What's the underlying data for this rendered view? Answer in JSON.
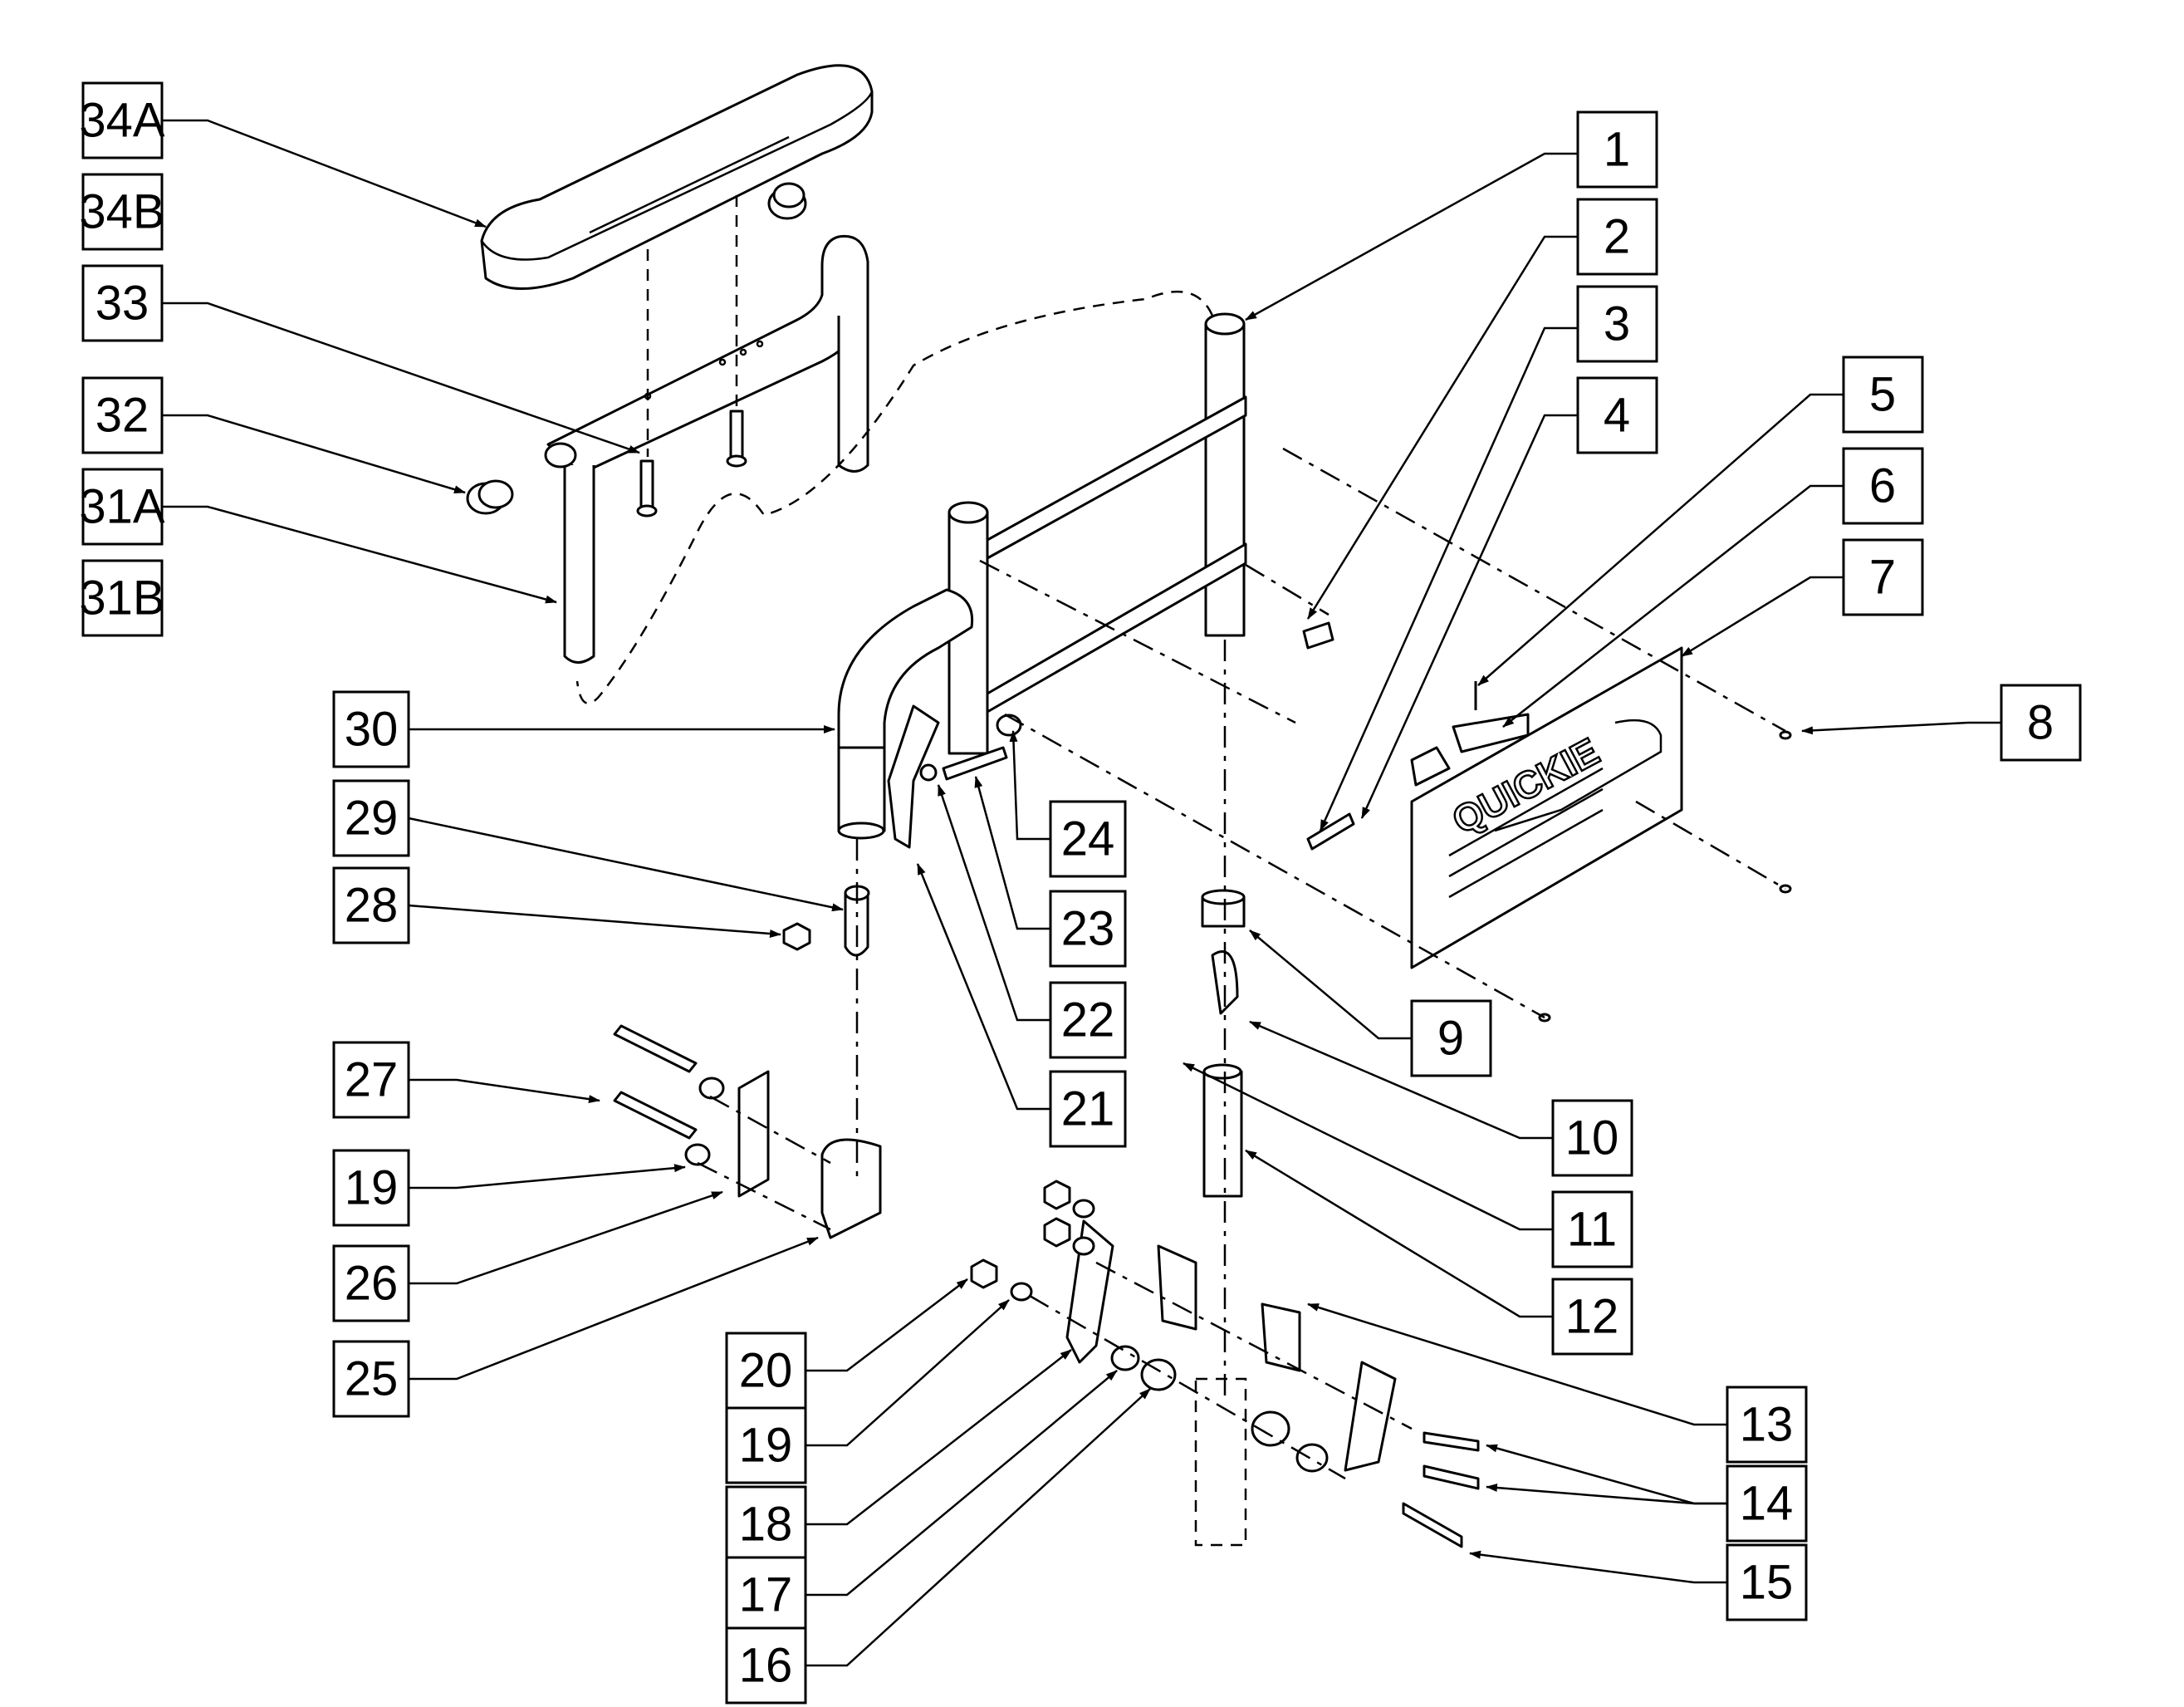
{
  "diagram": {
    "type": "exploded-parts-view",
    "brand_logo_text": "QUICKIE",
    "part_labels": [
      "34A",
      "34B",
      "33",
      "32",
      "31A",
      "31B",
      "30",
      "29",
      "28",
      "27",
      "19",
      "26",
      "25",
      "20",
      "19",
      "18",
      "17",
      "16",
      "1",
      "2",
      "3",
      "4",
      "5",
      "6",
      "7",
      "8",
      "9",
      "10",
      "11",
      "12",
      "13",
      "14",
      "15",
      "24",
      "23",
      "22",
      "21"
    ]
  }
}
